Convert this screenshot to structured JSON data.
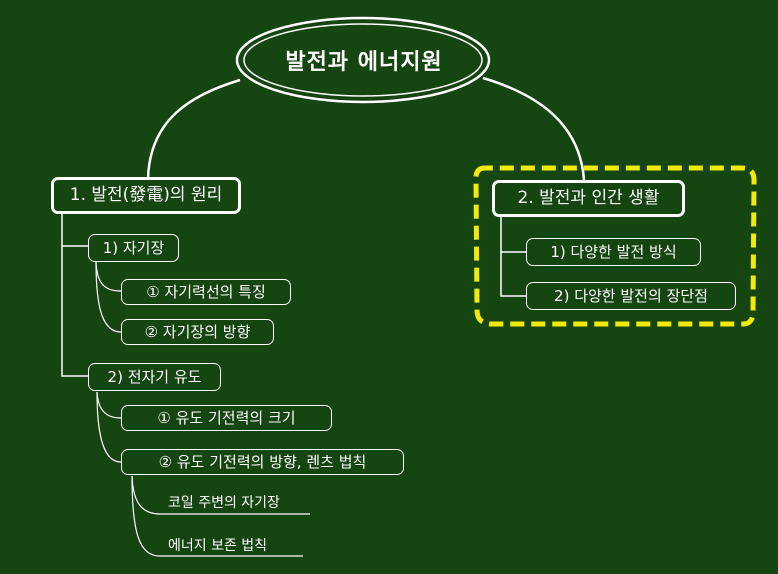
{
  "title": "발전과 에너지원",
  "branch1": {
    "label": "1. 발전(發電)의 원리",
    "sub1": {
      "label": "1) 자기장",
      "items": [
        "① 자기력선의 특징",
        "② 자기장의 방향"
      ]
    },
    "sub2": {
      "label": "2) 전자기 유도",
      "items": [
        "① 유도 기전력의 크기",
        "② 유도 기전력의 방향, 렌츠 법칙"
      ],
      "details": [
        "코일 주변의 자기장",
        "에너지 보존 법칙"
      ]
    }
  },
  "branch2": {
    "label": "2. 발전과 인간 생활",
    "items": [
      "1) 다양한 발전 방식",
      "2) 다양한 발전의 장단점"
    ],
    "highlight_color": "#f2ea0c"
  },
  "colors": {
    "background": "#154510",
    "line": "#ffffff"
  }
}
